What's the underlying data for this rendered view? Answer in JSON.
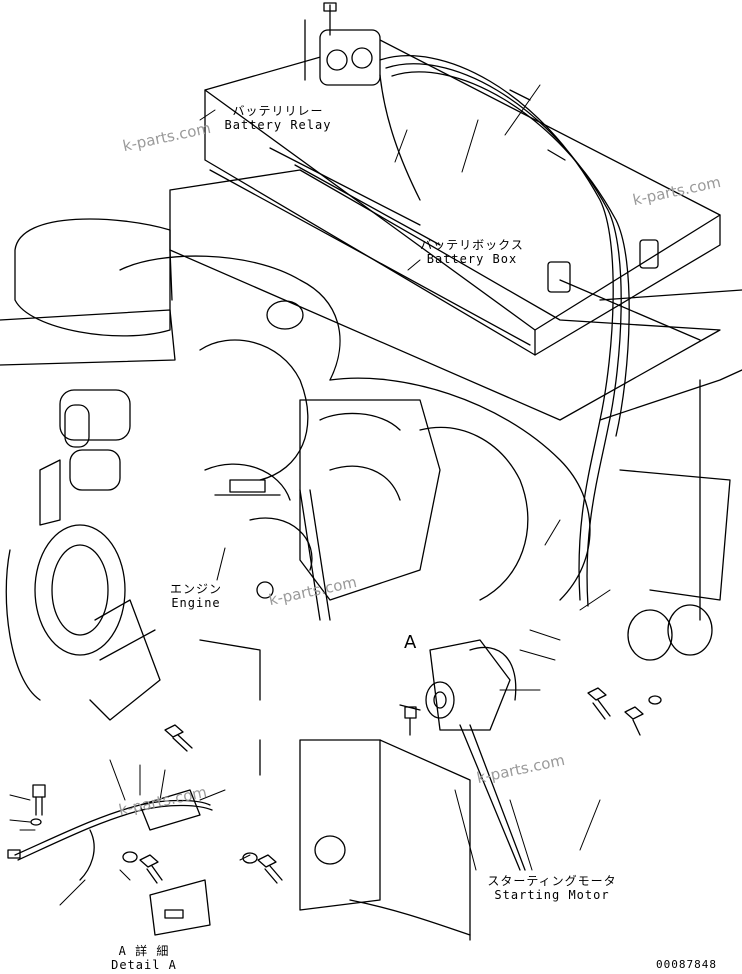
{
  "labels": {
    "battery_relay_jp": "バッテリリレー",
    "battery_relay_en": "Battery Relay",
    "battery_box_jp": "バッテリボックス",
    "battery_box_en": "Battery Box",
    "engine_jp": "エンジン",
    "engine_en": "Engine",
    "starting_motor_jp": "スターティングモータ",
    "starting_motor_en": "Starting Motor",
    "detail_a_jp": "A 詳 細",
    "detail_a_en": "Detail A",
    "callout_a": "A"
  },
  "watermarks": [
    "k-parts.com",
    "k-parts.com",
    "k-parts.com",
    "k-parts.com",
    "k-parts.com"
  ],
  "figure_number": "00087848",
  "colors": {
    "line": "#000000",
    "watermark": "#9a9a9a",
    "background": "#ffffff"
  }
}
